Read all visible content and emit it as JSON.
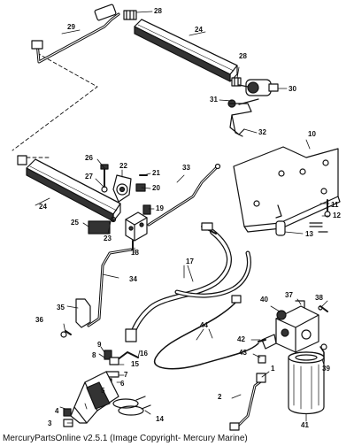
{
  "caption": "MercuryPartsOnline v2.5.1 (Image Copyright- Mercury Marine)",
  "callouts": [
    "1",
    "2",
    "3",
    "4",
    "5",
    "6",
    "7",
    "8",
    "9",
    "10",
    "11",
    "12",
    "13",
    "14",
    "15",
    "16",
    "17",
    "18",
    "19",
    "20",
    "21",
    "22",
    "23",
    "24",
    "25",
    "26",
    "27",
    "28",
    "29",
    "30",
    "31",
    "32",
    "33",
    "34",
    "35",
    "36",
    "37",
    "38",
    "39",
    "40",
    "41",
    "42",
    "43",
    "44"
  ]
}
